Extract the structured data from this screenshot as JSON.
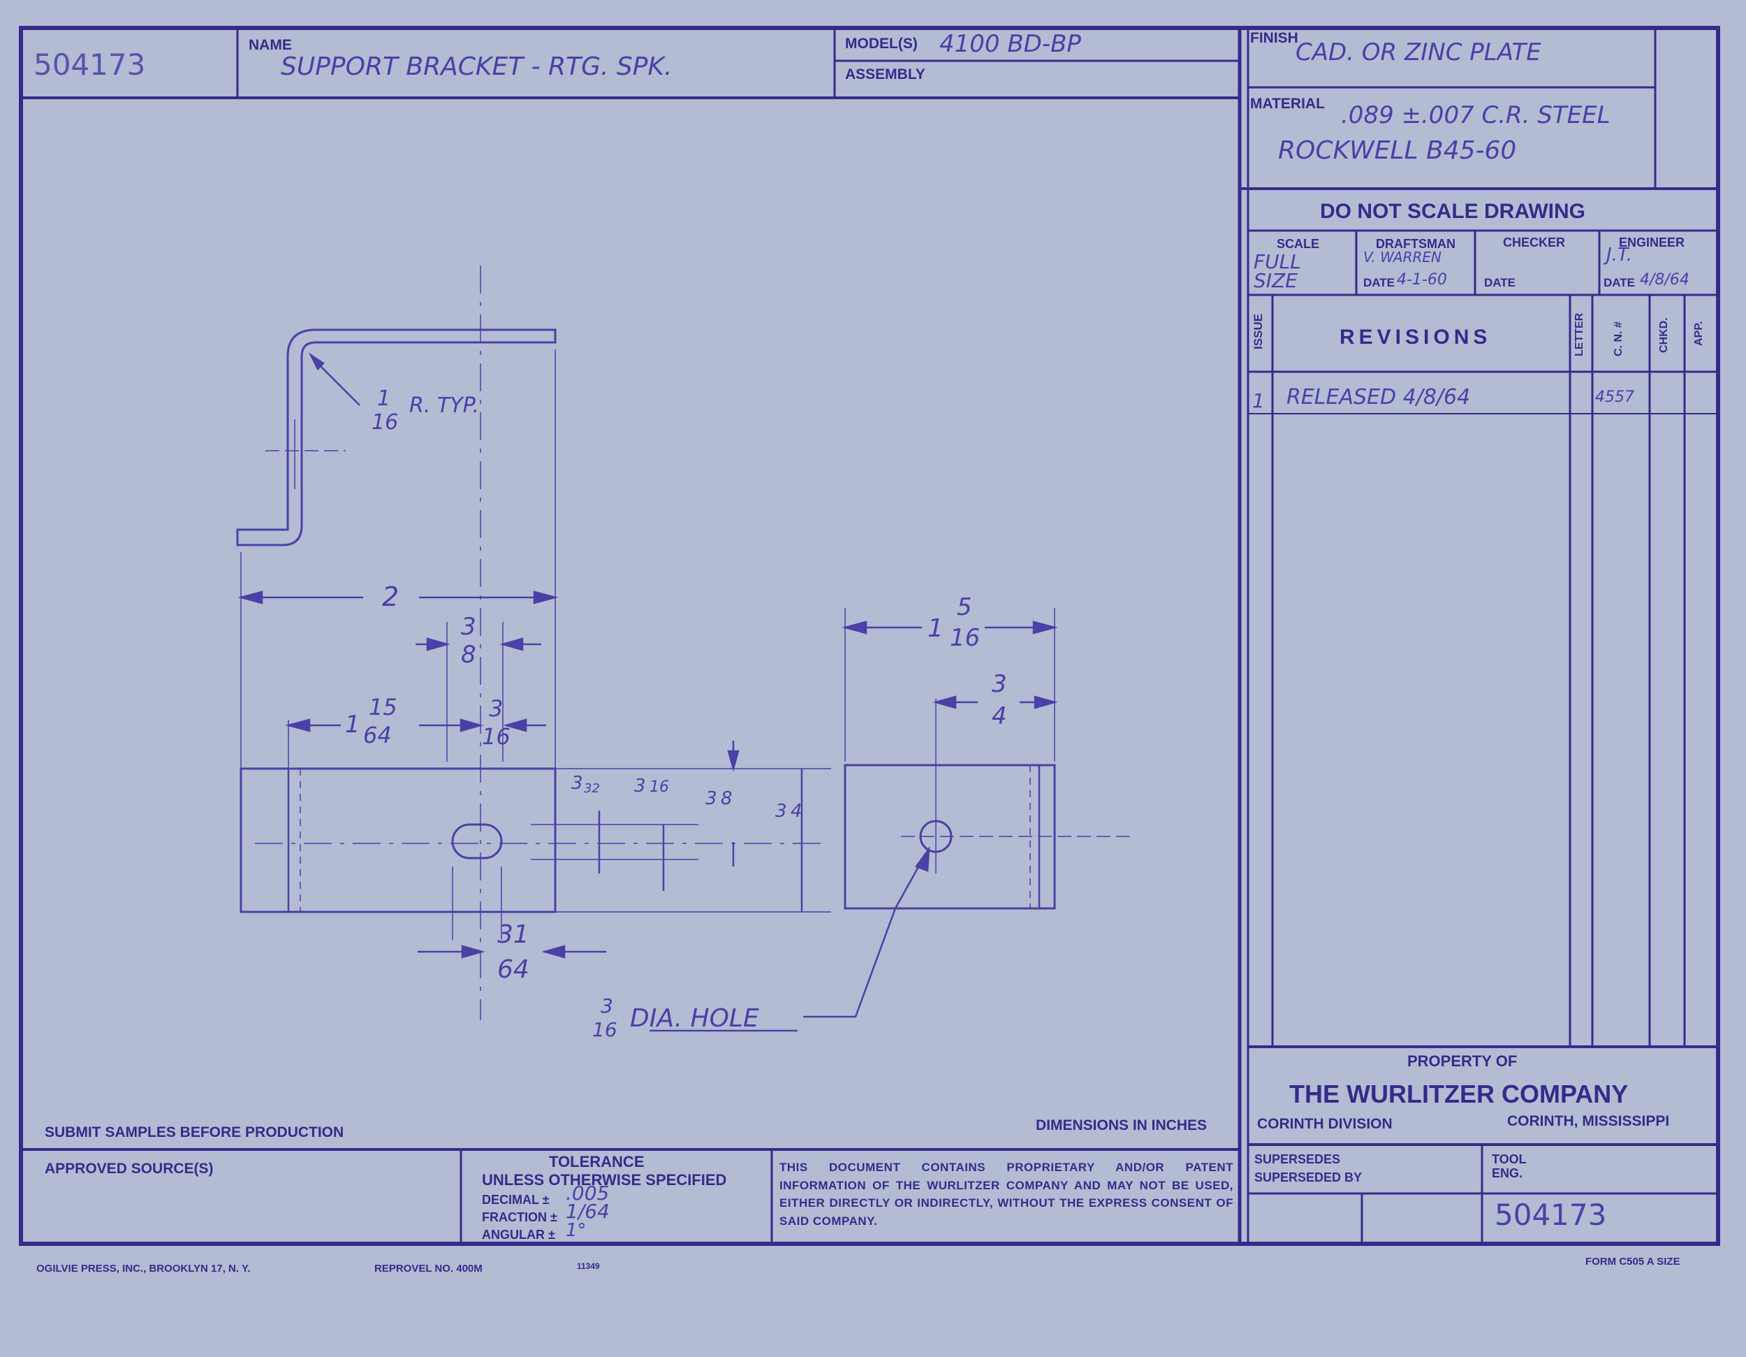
{
  "title_block": {
    "part_number": "504173",
    "name_label": "NAME",
    "name_value": "SUPPORT BRACKET - RTG. SPK.",
    "models_label": "MODEL(S)",
    "models_value": "4100 BD-BP",
    "assembly_label": "ASSEMBLY",
    "finish_label": "FINISH",
    "finish_value": "CAD. OR ZINC PLATE",
    "material_label": "MATERIAL",
    "material_line1": ".089 ±.007 C.R. STEEL",
    "material_line2": "ROCKWELL B45-60",
    "do_not_scale": "DO NOT SCALE DRAWING",
    "scale_label": "SCALE",
    "scale_value": "FULL SIZE",
    "draftsman_label": "DRAFTSMAN",
    "draftsman_value": "V. WARREN",
    "draftsman_date_label": "DATE",
    "draftsman_date_value": "4-1-60",
    "checker_label": "CHECKER",
    "checker_date_label": "DATE",
    "engineer_label": "ENGINEER",
    "engineer_value": "J.T.",
    "engineer_date_label": "DATE",
    "engineer_date_value": "4/8/64"
  },
  "revisions": {
    "title": "REVISIONS",
    "col_issue": "ISSUE",
    "col_letter": "LETTER",
    "col_cn": "C. N. #",
    "col_chkd": "CHKD.",
    "col_app": "APP.",
    "rows": [
      {
        "issue": "1",
        "description": "RELEASED 4/8/64",
        "cn": "4557"
      }
    ]
  },
  "property": {
    "property_of": "PROPERTY OF",
    "company": "THE WURLITZER COMPANY",
    "division": "CORINTH DIVISION",
    "location": "CORINTH, MISSISSIPPI"
  },
  "notes": {
    "submit_samples": "SUBMIT SAMPLES BEFORE PRODUCTION",
    "dimensions_in_inches": "DIMENSIONS IN INCHES",
    "approved_sources": "APPROVED SOURCE(S)",
    "tolerance_title": "TOLERANCE",
    "tolerance_subtitle": "UNLESS OTHERWISE SPECIFIED",
    "decimal_label": "DECIMAL ±",
    "decimal_value": ".005",
    "fraction_label": "FRACTION ±",
    "fraction_value": "1/64",
    "angular_label": "ANGULAR ±",
    "angular_value": "1°",
    "proprietary": "THIS DOCUMENT CONTAINS PROPRIETARY AND/OR PATENT INFORMATION OF THE WURLITZER COMPANY AND MAY NOT BE USED, EITHER DIRECTLY OR INDIRECTLY, WITHOUT THE EXPRESS CONSENT OF SAID COMPANY.",
    "supersedes_label": "SUPERSEDES",
    "superseded_by_label": "SUPERSEDED BY",
    "tool_label": "TOOL",
    "eng_label": "ENG.",
    "part_number_bottom": "504173"
  },
  "footer": {
    "printer": "OGILVIE PRESS, INC., BROOKLYN 17, N. Y.",
    "reprovel": "REPROVEL NO. 400M",
    "code": "11349",
    "form": "FORM C505 A SIZE"
  },
  "drawing": {
    "bend_radius_num": "1",
    "bend_radius_den": "16",
    "bend_radius_note": "R. TYP.",
    "dim_overall": "2",
    "dim_3_8_num": "3",
    "dim_3_8_den": "8",
    "dim_1_15_64_whole": "1",
    "dim_1_15_64_num": "15",
    "dim_1_15_64_den": "64",
    "dim_3_16_num": "3",
    "dim_3_16_den": "16",
    "dim_1_5_16_whole": "1",
    "dim_1_5_16_num": "5",
    "dim_1_5_16_den": "16",
    "dim_3_4_num": "3",
    "dim_3_4_den": "4",
    "dim_v1_num": "3",
    "dim_v1_den": "32",
    "dim_v2_num": "3",
    "dim_v2_den": "16",
    "dim_v3_num": "3",
    "dim_v3_den": "8",
    "dim_v4_num": "3",
    "dim_v4_den": "4",
    "dim_31_64_num": "31",
    "dim_31_64_den": "64",
    "hole_num": "3",
    "hole_den": "16",
    "hole_note": "DIA. HOLE"
  },
  "colors": {
    "paper": "#b3bcd3",
    "ink": "#372a8a",
    "pencil": "#4b40a6"
  }
}
